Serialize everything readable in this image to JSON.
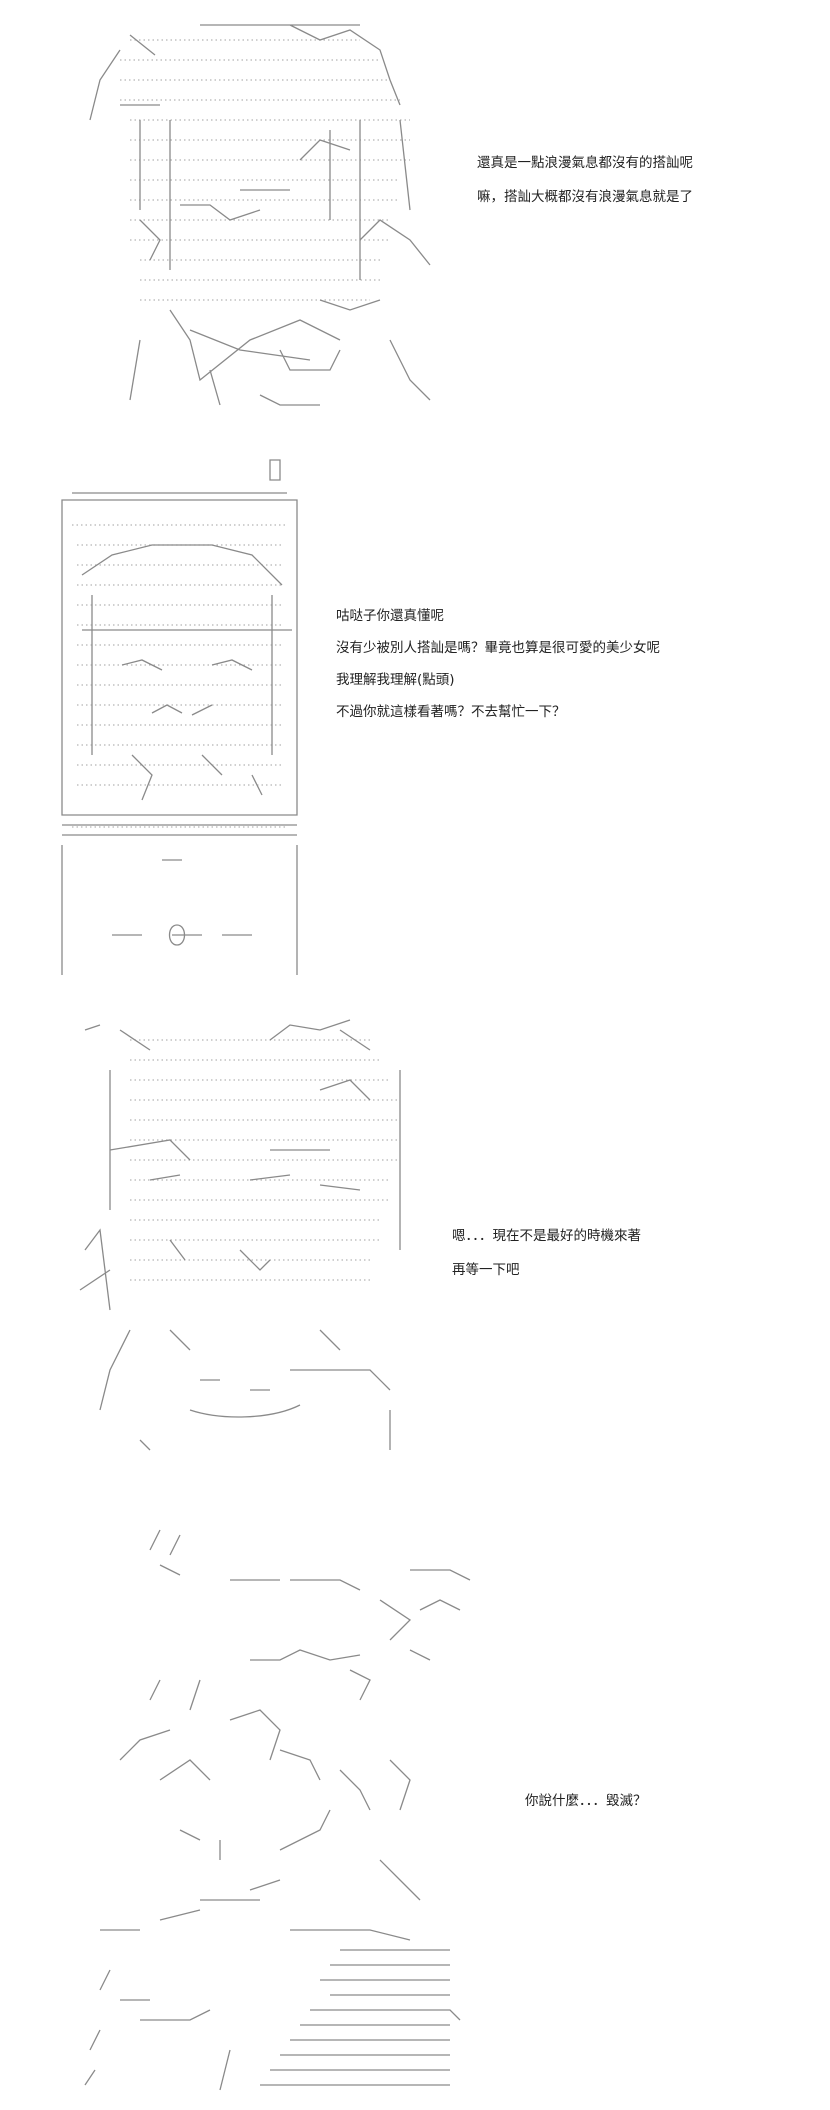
{
  "panels": [
    {
      "lines": [
        "還真是一點浪漫氣息都沒有的搭訕呢",
        "嘛，搭訕大概都沒有浪漫氣息就是了"
      ]
    },
    {
      "lines": [
        "咕哒子你還真懂呢",
        "沒有少被別人搭訕是嗎？畢竟也算是很可愛的美少女呢",
        "我理解我理解(點頭)",
        "不過你就這樣看著嗎？不去幫忙一下？"
      ]
    },
    {
      "lines": [
        "嗯．．．現在不是最好的時機來著",
        "再等一下吧"
      ]
    },
    {
      "lines": [
        "你說什麼．．．毀滅？"
      ]
    }
  ]
}
